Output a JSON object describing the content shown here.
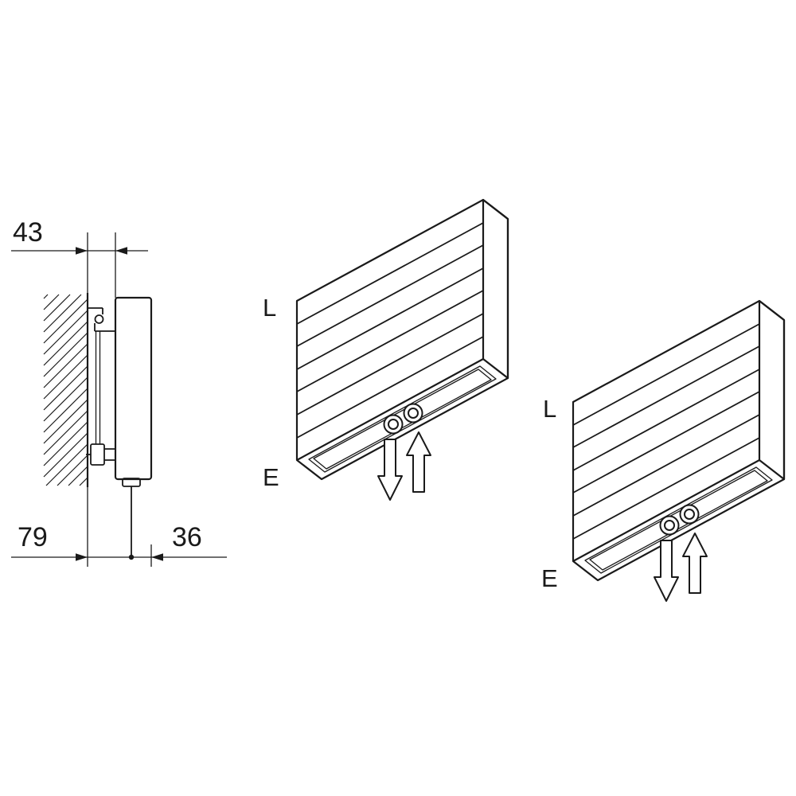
{
  "page": {
    "background_color": "#ffffff",
    "line_color": "#1a1a1a"
  },
  "side_view": {
    "top_dimension": "43",
    "bottom_left_dimension": "79",
    "bottom_right_dimension": "36"
  },
  "iso_view_middle": {
    "top_label": "L",
    "bottom_label": "E"
  },
  "iso_view_right": {
    "top_label": "L",
    "bottom_label": "E"
  }
}
